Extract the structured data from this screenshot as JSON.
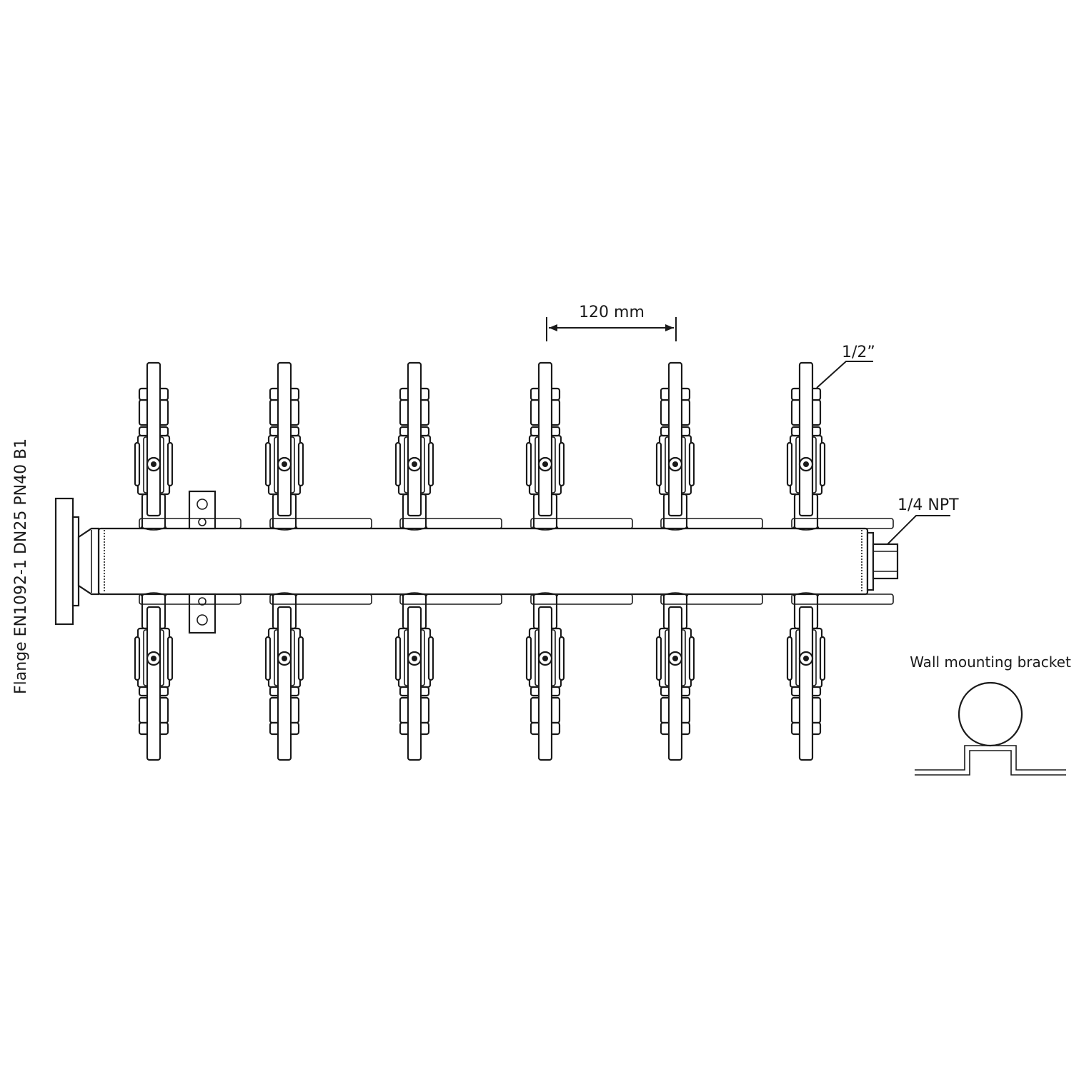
{
  "labels": {
    "spacing": "120 mm",
    "outlet_size": "1/2”",
    "end_port": "1/4 NPT",
    "flange": "Flange EN1092-1 DN25 PN40 B1",
    "bracket": "Wall mounting bracket"
  },
  "manifold": {
    "valves_per_side": 6,
    "sides": [
      "top",
      "bottom"
    ]
  },
  "colors": {
    "line": "#1a1a1a",
    "background": "#ffffff"
  }
}
